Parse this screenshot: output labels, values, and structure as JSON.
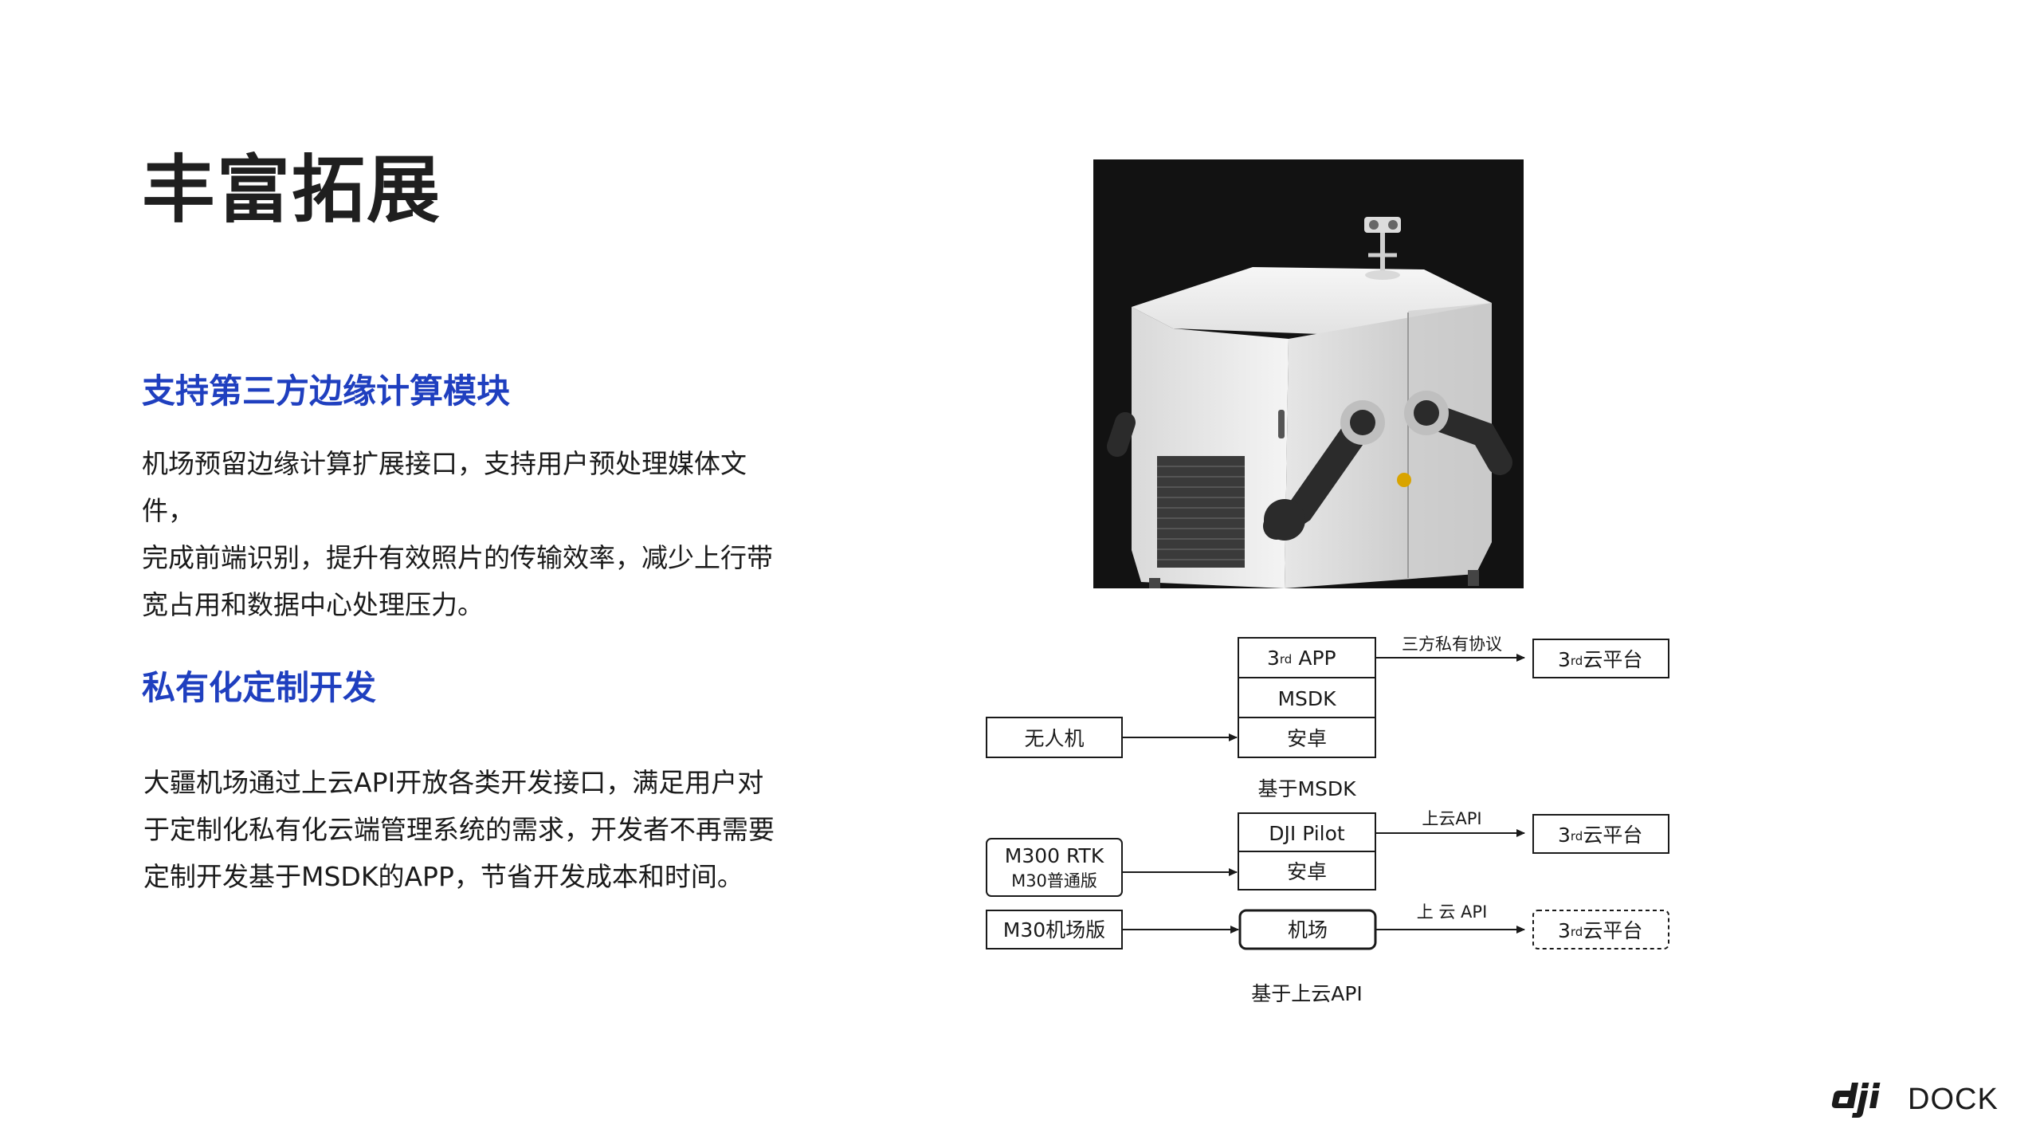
{
  "page": {
    "title": "丰富拓展"
  },
  "sections": [
    {
      "heading": "支持第三方边缘计算模块",
      "lines": [
        "机场预留边缘计算扩展接口，支持用户预处理媒体文件，",
        "完成前端识别，提升有效照片的传输效率，减少上行带",
        "宽占用和数据中心处理压力。"
      ]
    },
    {
      "heading": "私有化定制开发",
      "lines": [
        "大疆机场通过上云API开放各类开发接口，满足用户对",
        "于定制化私有化云端管理系统的需求，开发者不再需要",
        "定制开发基于MSDK的APP，节省开发成本和时间。"
      ]
    }
  ],
  "diagram": {
    "top_group": {
      "stack": [
        "APP",
        "MSDK",
        "安卓"
      ],
      "stack_prefix": "3",
      "sup": "rd",
      "source": "无人机",
      "arrow_label": "三方私有协议",
      "target": "云平台",
      "caption": "基于MSDK"
    },
    "bottom_group": {
      "stack": [
        "DJI Pilot",
        "安卓"
      ],
      "source_1_line1": "M300 RTK",
      "source_1_line2": "M30普通版",
      "arrow_label_1": "上云API",
      "target_1": "云平台",
      "source_2": "M30机场版",
      "dock": "机场",
      "arrow_label_2": "上 云 API",
      "target_2": "云平台",
      "caption": "基于上云API"
    }
  },
  "logo": {
    "text": "DOCK",
    "icon": "dji-logo-icon"
  }
}
